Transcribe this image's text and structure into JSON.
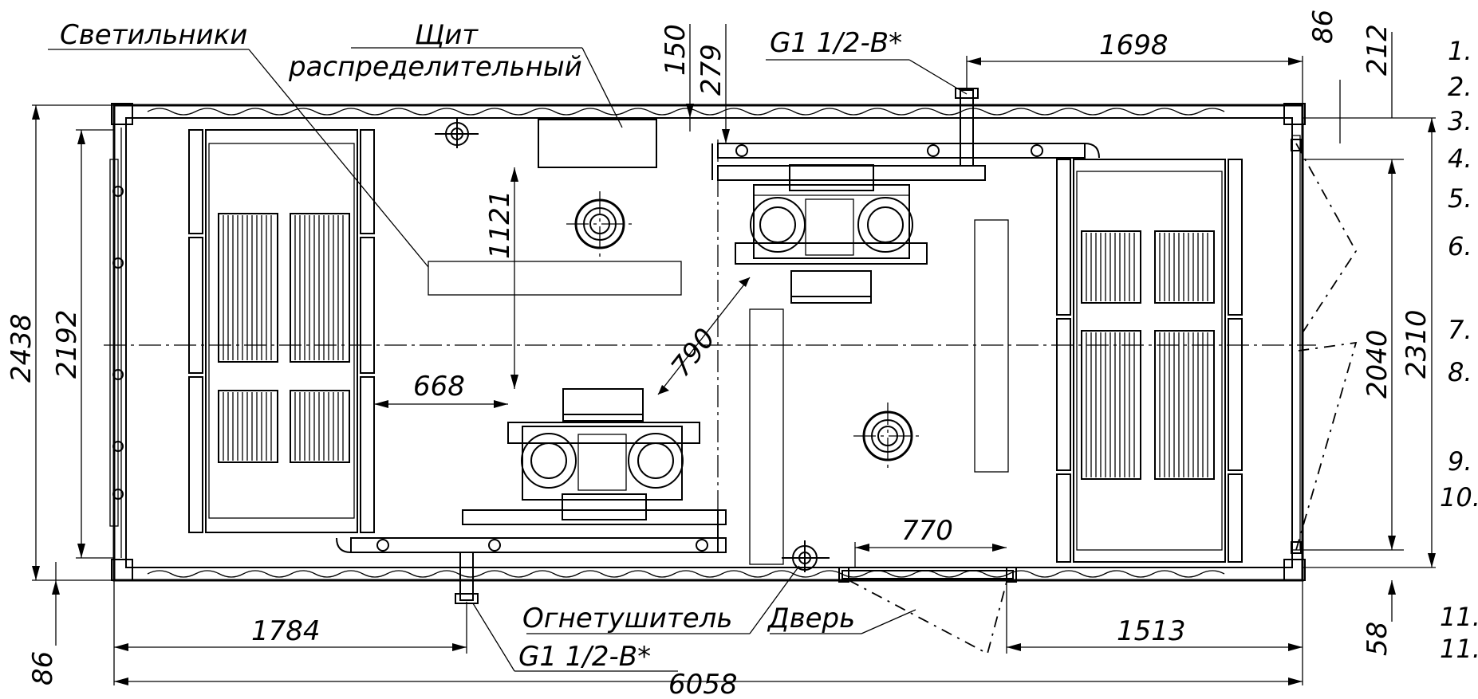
{
  "labels": {
    "lights": "Светильники",
    "panel_line1": "Щит",
    "panel_line2": "распределительный",
    "pipe_top": "G1 1/2-B*",
    "pipe_bottom": "G1 1/2-B*",
    "extinguisher": "Огнетушитель",
    "door": "Дверь"
  },
  "dimensions": {
    "d150": "150",
    "d279": "279",
    "d1698": "1698",
    "d86_top": "86",
    "d212": "212",
    "d1121": "1121",
    "d2438": "2438",
    "d2192": "2192",
    "d790": "790",
    "d668": "668",
    "d2040": "2040",
    "d2310": "2310",
    "d770": "770",
    "d1784": "1784",
    "d86_bottom": "86",
    "d1513": "1513",
    "d58": "58",
    "d6058": "6058"
  },
  "row_markers": [
    "1.",
    "2.",
    "3.",
    "4.",
    "5.",
    "6.",
    "7.",
    "8.",
    "9.",
    "10.",
    "11.",
    "11."
  ]
}
